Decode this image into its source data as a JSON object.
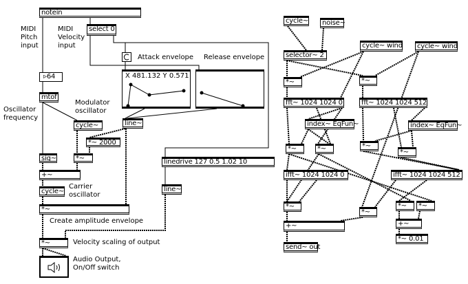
{
  "objects": {
    "notein": "notein",
    "select": "select 0",
    "number": "64",
    "mtof": "mtof",
    "mod_cycle": "cycle~",
    "env_line": "line~",
    "mul2000": "*~  2000",
    "sig": "sig~",
    "mod_mul": "*~",
    "add": "+~",
    "car_cycle": "cycle~",
    "amp_mul": "*~",
    "vel_mul": "*~",
    "linedrive": "linedrive 127 0.5 1.02 10",
    "vel_line": "line~",
    "r_cycle": "cycle~",
    "r_noise": "noise~",
    "r_wind1": "cycle~ wind",
    "r_wind2": "cycle~ wind",
    "r_selector": "selector~ 2",
    "r_mul1": "*~",
    "r_mul2": "*~",
    "r_fft1": "fft~ 1024 1024 0",
    "r_fft2": "fft~ 1024 1024 512",
    "r_index1": "index~ EqFun~",
    "r_index2": "index~ EqFun~",
    "r_mul3": "*~",
    "r_mul4": "*~",
    "r_mul5": "*~",
    "r_mul6": "*~",
    "r_ifft1": "ifft~ 1024 1024 0",
    "r_ifft2": "ifft~ 1024 1024 512",
    "r_mul7": "*~",
    "r_mul8": "*~",
    "r_mul9": "*~",
    "r_mul10": "*~",
    "r_add1": "+~",
    "r_add2": "+~",
    "r_scale": "*~ 0.01",
    "r_send": "send~ out"
  },
  "labels": {
    "pitch": [
      "MIDI",
      "Pitch",
      "input"
    ],
    "velocity": [
      "MIDI",
      "Velocity",
      "input"
    ],
    "attack": "Attack envelope",
    "release": "Release envelope",
    "modulator": [
      "Modulator",
      "oscillator"
    ],
    "osc_freq": [
      "Oscillator",
      "frequency"
    ],
    "carrier": [
      "Carrier",
      "oscillator"
    ],
    "amp_env": "Create amplitude envelope",
    "vel_scale": "Velocity scaling of output",
    "audio_out": [
      "Audio Output,",
      "On/Off switch"
    ]
  },
  "attack_function": {
    "readout": "X 481.132  Y 0.571"
  },
  "icons": {
    "speaker": "speaker-icon",
    "bang": "bang-button"
  }
}
